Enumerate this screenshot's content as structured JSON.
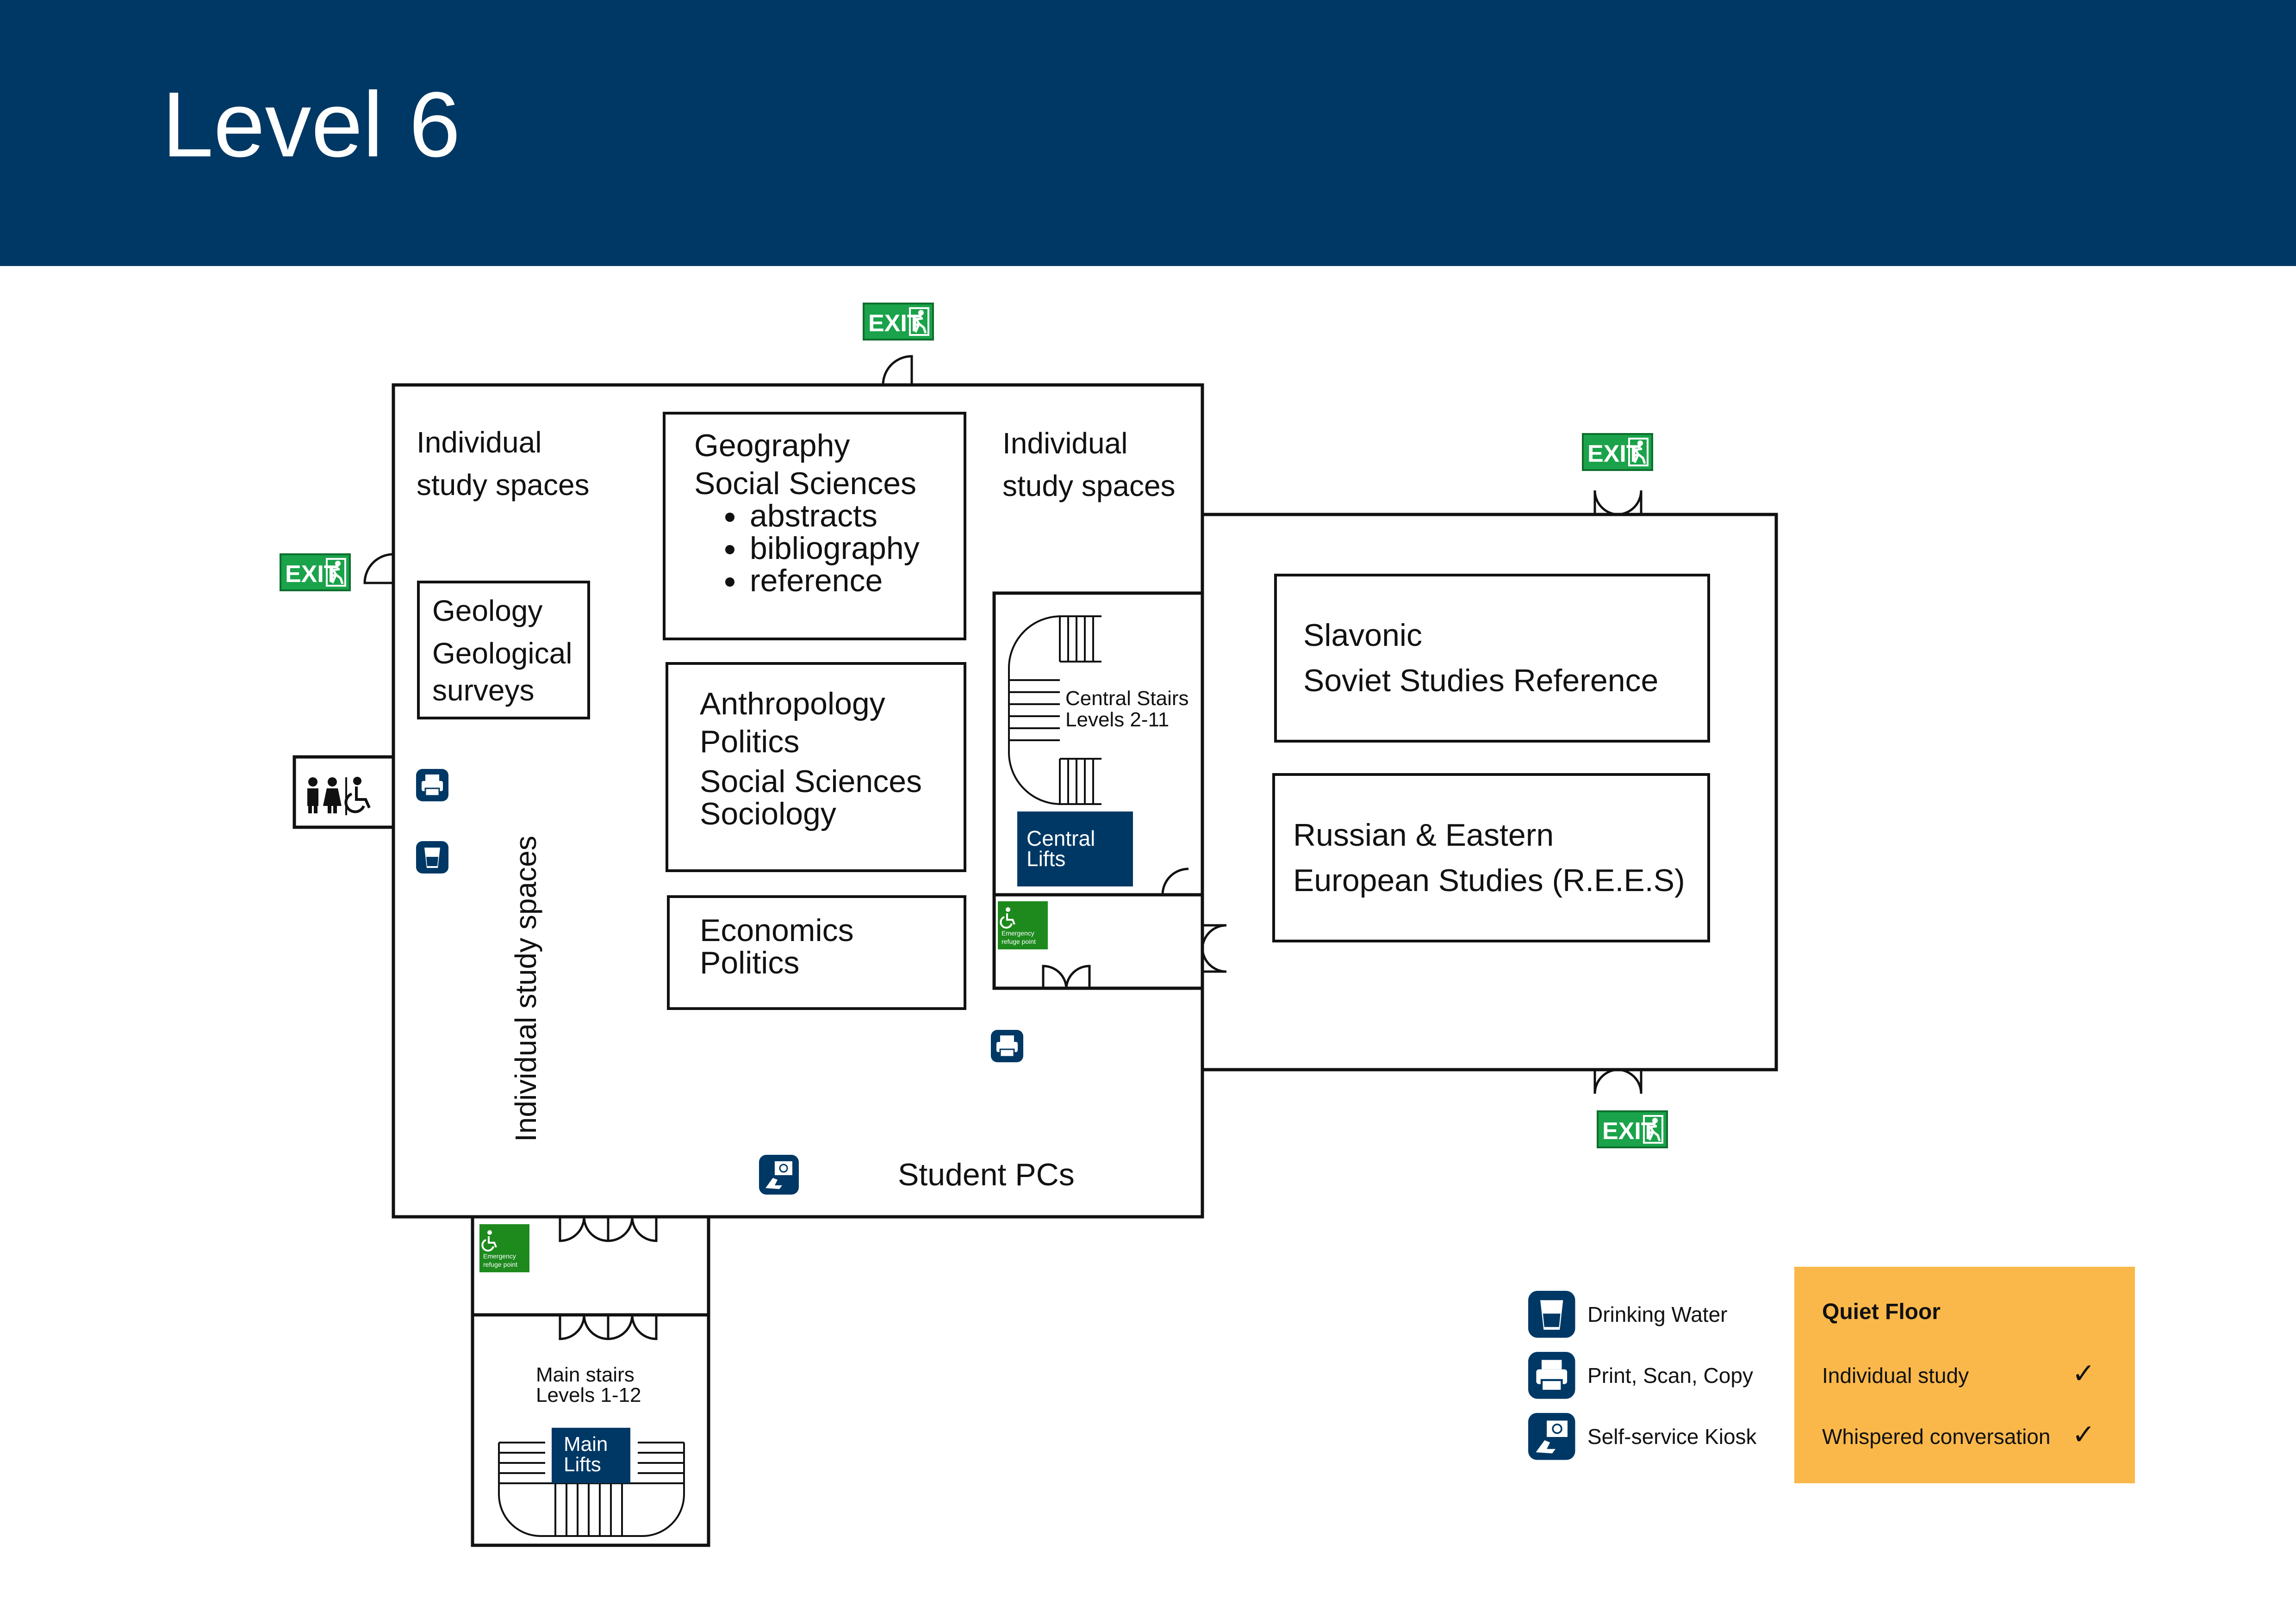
{
  "header": {
    "title": "Level 6"
  },
  "exits": {
    "label": "EXIT"
  },
  "rooms": {
    "individual_study_top_left": [
      "Individual",
      "study spaces"
    ],
    "individual_study_top_right": [
      "Individual",
      "study spaces"
    ],
    "individual_study_vertical": "Individual study spaces",
    "geography": {
      "lines": [
        "Geography",
        "Social Sciences"
      ],
      "bullets": [
        "abstracts",
        "bibliography",
        "reference"
      ]
    },
    "geology": [
      "Geology",
      "Geological",
      "surveys"
    ],
    "anthropology": [
      "Anthropology",
      "Politics",
      "Social Sciences",
      "Sociology"
    ],
    "economics": [
      "Economics",
      "Politics"
    ],
    "central_stairs": [
      "Central Stairs",
      "Levels 2-11"
    ],
    "central_lifts": [
      "Central",
      "Lifts"
    ],
    "slavonic": [
      "Slavonic",
      "Soviet Studies Reference"
    ],
    "rees": [
      "Russian & Eastern",
      "European Studies (R.E.E.S)"
    ],
    "student_pcs": "Student PCs",
    "main_stairs": [
      "Main stairs",
      "Levels 1-12"
    ],
    "main_lifts": [
      "Main",
      "Lifts"
    ],
    "refuge": [
      "Emergency",
      "refuge point"
    ]
  },
  "legend": {
    "items": [
      {
        "icon": "drinking-water-icon",
        "label": "Drinking Water"
      },
      {
        "icon": "printer-icon",
        "label": "Print, Scan, Copy"
      },
      {
        "icon": "kiosk-icon",
        "label": "Self-service Kiosk"
      }
    ]
  },
  "quiet_floor": {
    "title": "Quiet Floor",
    "rows": [
      {
        "label": "Individual study",
        "check": "✓"
      },
      {
        "label": "Whispered conversation",
        "check": "✓"
      }
    ]
  },
  "colors": {
    "header": "#003865",
    "exit_green": "#1aa34a",
    "refuge_green": "#1e8a1e",
    "lift_blue": "#003865",
    "quiet_orange": "#fbb84a"
  }
}
